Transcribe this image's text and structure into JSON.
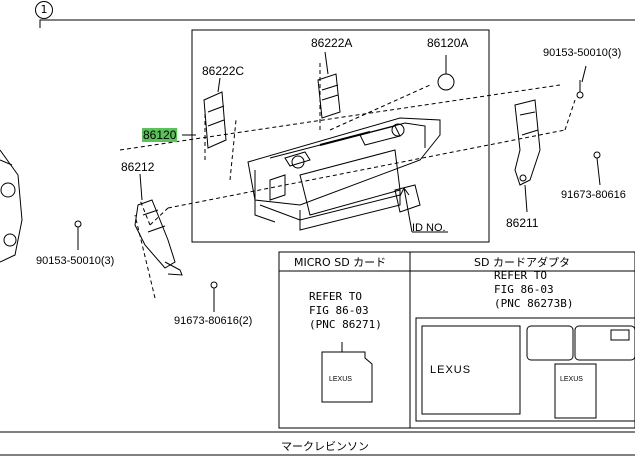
{
  "group_number": "1",
  "parts": {
    "p86120": "86120",
    "p86120A": "86120A",
    "p86222A": "86222A",
    "p86222C": "86222C",
    "p86212": "86212",
    "p86211": "86211",
    "bolt_top_right": "90153-50010(3)",
    "bolt_left": "90153-50010(3)",
    "screw_right": "91673-80616",
    "screw_bottom": "91673-80616(2)",
    "id_no": "ID NO."
  },
  "micro_sd_box": {
    "title": "MICRO SD カード",
    "ref_line1": "REFER TO",
    "ref_line2": "FIG 86-03",
    "ref_line3": "(PNC 86271)"
  },
  "sd_adapter_box": {
    "title": "SD カードアダプタ",
    "ref_line1": "REFER TO",
    "ref_line2": "FIG 86-03",
    "ref_line3": "(PNC 86273B)"
  },
  "logo_text": "LEXUS",
  "footer": "マークレビンソン"
}
